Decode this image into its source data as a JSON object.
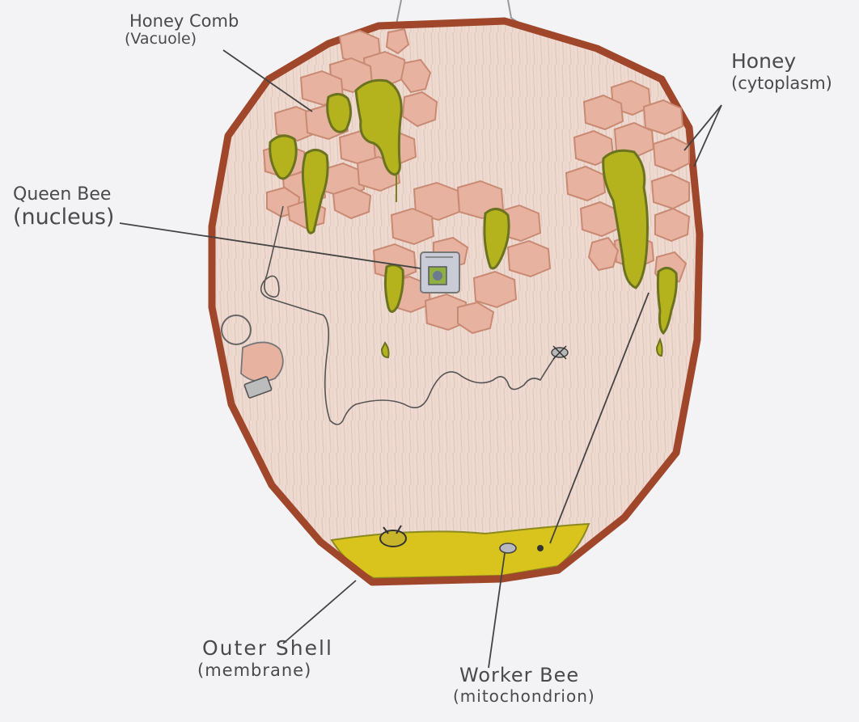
{
  "labels": {
    "honeycomb": {
      "line1": "Honey Comb",
      "line2": "(Vacuole)"
    },
    "honey": {
      "line1": "Honey",
      "line2": "(cytoplasm)"
    },
    "queen_bee": {
      "line1": "Queen Bee",
      "line2": "(nucleus)"
    },
    "outer_shell": {
      "line1": "Outer Shell",
      "line2": "(membrane)"
    },
    "worker_bee": {
      "line1": "Worker Bee",
      "line2": "(mitochondrion)"
    }
  },
  "colors": {
    "membrane": "#a0462a",
    "interior": "#ecd6cc",
    "comb_fill": "#e7b3a0",
    "comb_stroke": "#c98a74",
    "honey_fill": "#b4b31e",
    "honey_stroke": "#6c7320",
    "honey_pool": "#d8c41c",
    "pencil": "#555555"
  }
}
